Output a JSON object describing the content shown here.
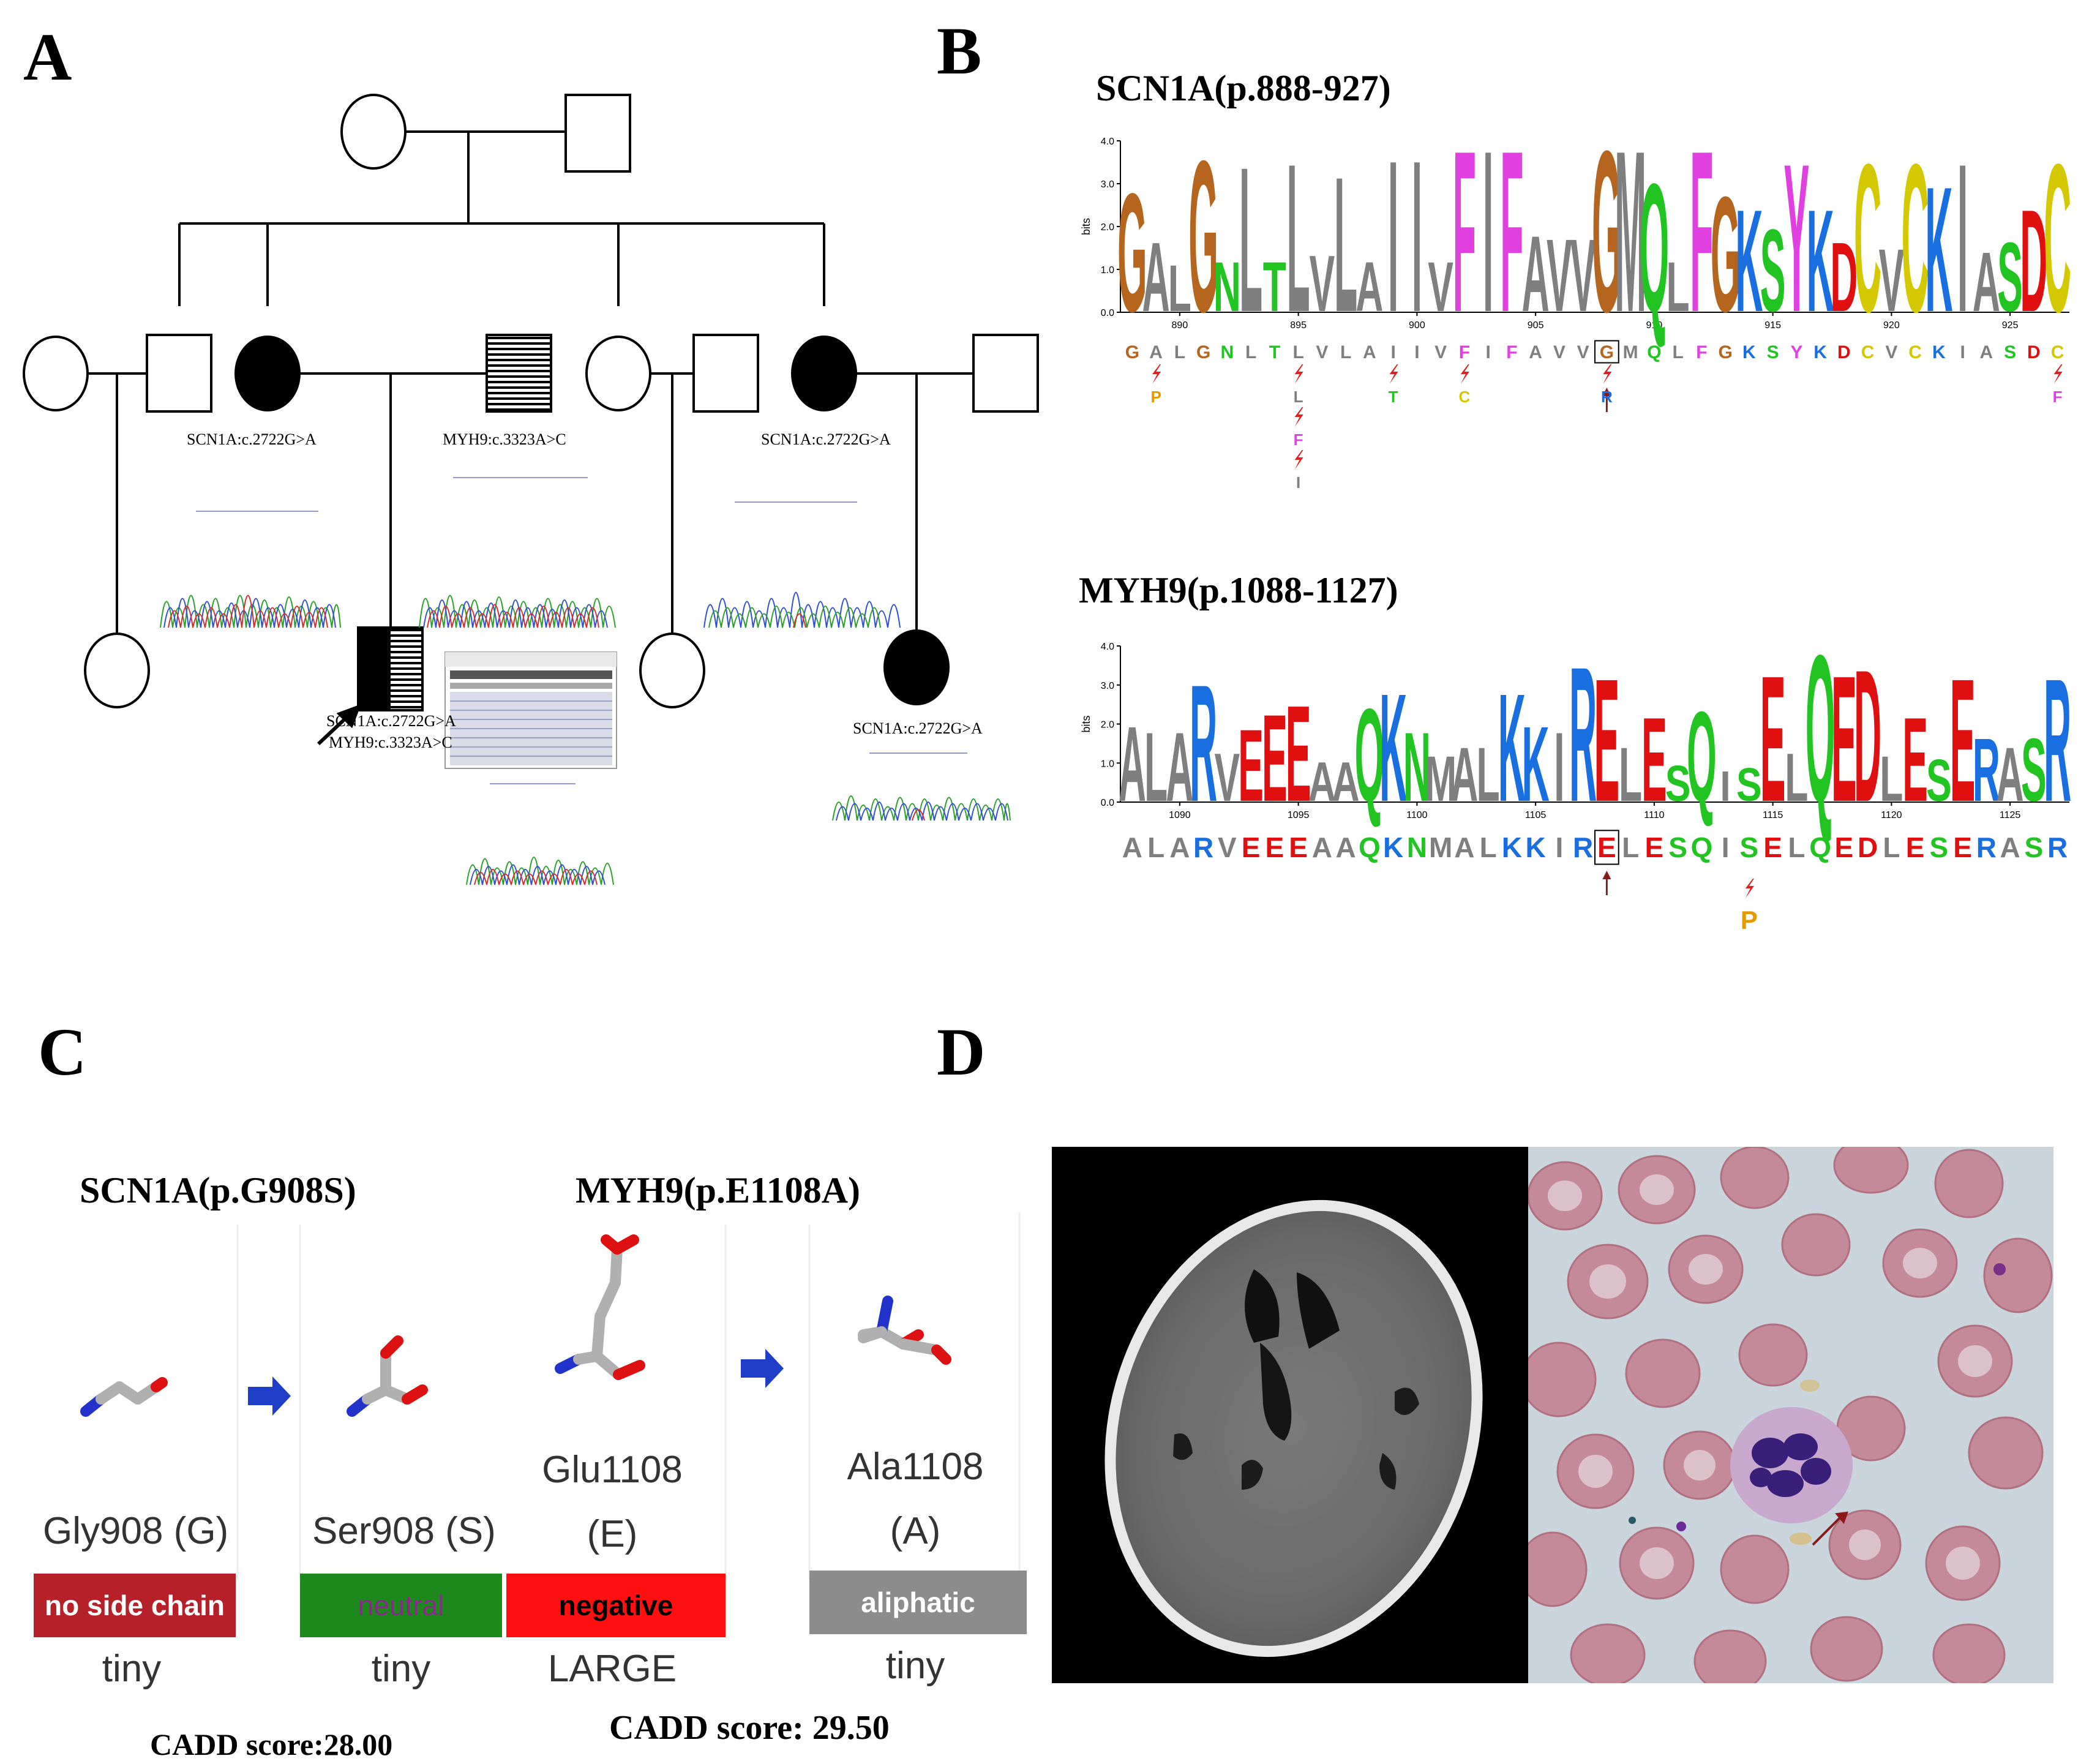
{
  "figure": {
    "panel_letters": [
      "A",
      "B",
      "C",
      "D"
    ]
  },
  "pedigree": {
    "labels": {
      "mother_variant": "SCN1A:c.2722G>A",
      "father_variant": "MYH9:c.3323A>C",
      "aunt_variant": "SCN1A:c.2722G>A",
      "proband_variant_1": "SCN1A:c.2722G>A",
      "proband_variant_2": "MYH9:c.3323A>C",
      "cousin_variant": "SCN1A:c.2722G>A"
    }
  },
  "logos": {
    "scn1a": {
      "title": "SCN1A(p.888-927)",
      "ylabel": "bits",
      "yticks": [
        "4.0",
        "3.0",
        "2.0",
        "1.0",
        "0.0"
      ],
      "xticks": [
        "890",
        "895",
        "900",
        "905",
        "910",
        "915",
        "920",
        "925"
      ],
      "sequence": [
        "G",
        "A",
        "L",
        "G",
        "N",
        "L",
        "T",
        "L",
        "V",
        "L",
        "A",
        "I",
        "I",
        "V",
        "F",
        "I",
        "F",
        "A",
        "V",
        "V",
        "G",
        "M",
        "Q",
        "L",
        "F",
        "G",
        "K",
        "S",
        "Y",
        "K",
        "D",
        "C",
        "V",
        "C",
        "K",
        "I",
        "A",
        "S",
        "D",
        "C"
      ],
      "highlight_index": 20,
      "substitutions": [
        {
          "index": 1,
          "residues": [
            "P"
          ]
        },
        {
          "index": 7,
          "residues": [
            "L",
            "F",
            "I"
          ]
        },
        {
          "index": 11,
          "residues": [
            "T"
          ]
        },
        {
          "index": 14,
          "residues": [
            "C"
          ]
        },
        {
          "index": 20,
          "residues": [
            "R"
          ]
        },
        {
          "index": 39,
          "residues": [
            "F"
          ]
        }
      ]
    },
    "myh9": {
      "title": "MYH9(p.1088-1127)",
      "ylabel": "bits",
      "yticks": [
        "4.0",
        "3.0",
        "2.0",
        "1.0",
        "0.0"
      ],
      "xticks": [
        "1090",
        "1095",
        "1100",
        "1105",
        "1110",
        "1115",
        "1120",
        "1125"
      ],
      "sequence": [
        "A",
        "L",
        "A",
        "R",
        "V",
        "E",
        "E",
        "E",
        "A",
        "A",
        "Q",
        "K",
        "N",
        "M",
        "A",
        "L",
        "K",
        "K",
        "I",
        "R",
        "E",
        "L",
        "E",
        "S",
        "Q",
        "I",
        "S",
        "E",
        "L",
        "Q",
        "E",
        "D",
        "L",
        "E",
        "S",
        "E",
        "R",
        "A",
        "S",
        "R"
      ],
      "highlight_index": 20,
      "substitutions": [
        {
          "index": 26,
          "residues": [
            "P"
          ]
        }
      ]
    }
  },
  "residue_colors": {
    "A": "#7f7f7f",
    "L": "#7f7f7f",
    "V": "#7f7f7f",
    "I": "#7f7f7f",
    "M": "#7f7f7f",
    "G": "#b5651d",
    "P": "#e69a00",
    "N": "#22c422",
    "Q": "#22c422",
    "S": "#22c422",
    "T": "#22c422",
    "F": "#e040e0",
    "Y": "#e040e0",
    "C": "#d4c800",
    "D": "#e01010",
    "E": "#e01010",
    "K": "#1a6fe0",
    "R": "#1a6fe0",
    "H": "#1a6fe0"
  },
  "structures": {
    "scn1a_title": "SCN1A(p.G908S)",
    "myh9_title": "MYH9(p.E1108A)",
    "residues": [
      {
        "name": "Gly908 (G)",
        "property": "no side chain",
        "size": "tiny",
        "badge_bg": "#b52029",
        "badge_fg": "#ffffff"
      },
      {
        "name": "Ser908 (S)",
        "property": "neutral",
        "size": "tiny",
        "badge_bg": "#1e8a1e",
        "badge_fg": "#8a2a8a"
      },
      {
        "name_line1": "Glu1108",
        "name_line2": "(E)",
        "property": "negative",
        "size": "LARGE",
        "badge_bg": "#ff1010",
        "badge_fg": "#000000"
      },
      {
        "name_line1": "Ala1108",
        "name_line2": "(A)",
        "property": "aliphatic",
        "size": "tiny",
        "badge_bg": "#8c8c8c",
        "badge_fg": "#ffffff"
      }
    ],
    "cadd_scn1a": "CADD score:28.00",
    "cadd_myh9": "CADD score: 29.50"
  }
}
